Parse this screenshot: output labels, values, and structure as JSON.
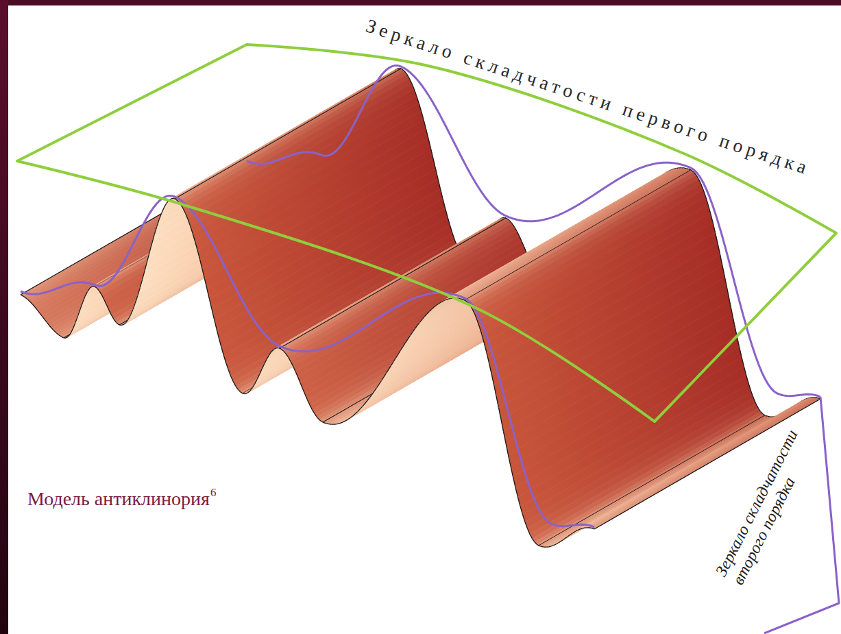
{
  "diagram": {
    "caption": "Модель антиклинория",
    "labels": [
      "Зеркало складчатости первого порядка",
      "Зеркало складчатости второго порядка",
      "6"
    ]
  }
}
